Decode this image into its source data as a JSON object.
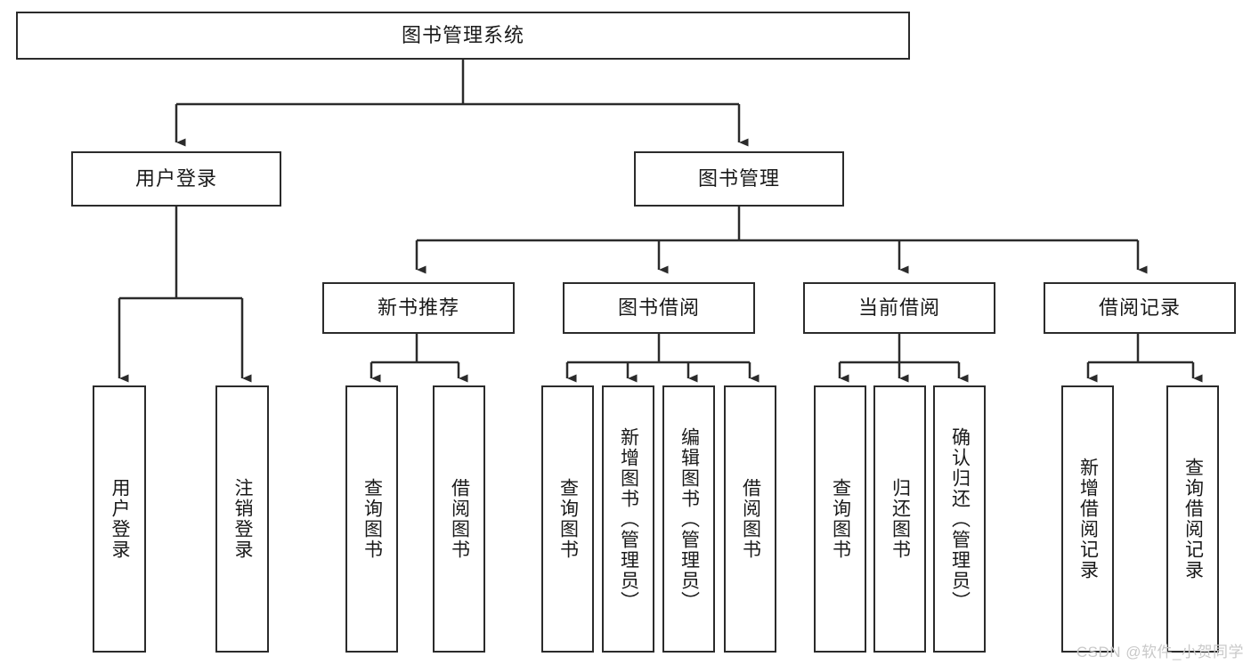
{
  "diagram": {
    "title": "图书管理系统",
    "type": "tree-hierarchy",
    "watermark": "CSDN @软件_小贺同学",
    "root": {
      "id": "root",
      "label": "图书管理系统"
    },
    "level2": [
      {
        "id": "user-login",
        "label": "用户登录"
      },
      {
        "id": "book-manage",
        "label": "图书管理"
      }
    ],
    "level3": [
      {
        "id": "new-book-rec",
        "label": "新书推荐",
        "parent": "book-manage"
      },
      {
        "id": "book-borrow",
        "label": "图书借阅",
        "parent": "book-manage"
      },
      {
        "id": "current-borrow",
        "label": "当前借阅",
        "parent": "book-manage"
      },
      {
        "id": "borrow-record",
        "label": "借阅记录",
        "parent": "book-manage"
      }
    ],
    "leaves": [
      {
        "id": "leaf-user-login",
        "label": "用户登录",
        "parent": "user-login"
      },
      {
        "id": "leaf-logout",
        "label": "注销登录",
        "parent": "user-login"
      },
      {
        "id": "leaf-query-book-1",
        "label": "查询图书",
        "parent": "new-book-rec"
      },
      {
        "id": "leaf-borrow-book-1",
        "label": "借阅图书",
        "parent": "new-book-rec"
      },
      {
        "id": "leaf-query-book-2",
        "label": "查询图书",
        "parent": "book-borrow"
      },
      {
        "id": "leaf-add-book",
        "label": "新增图书（管理员）",
        "parent": "book-borrow"
      },
      {
        "id": "leaf-edit-book",
        "label": "编辑图书（管理员）",
        "parent": "book-borrow"
      },
      {
        "id": "leaf-borrow-book-2",
        "label": "借阅图书",
        "parent": "book-borrow"
      },
      {
        "id": "leaf-query-book-3",
        "label": "查询图书",
        "parent": "current-borrow"
      },
      {
        "id": "leaf-return-book",
        "label": "归还图书",
        "parent": "current-borrow"
      },
      {
        "id": "leaf-confirm-return",
        "label": "确认归还（管理员）",
        "parent": "current-borrow"
      },
      {
        "id": "leaf-add-record",
        "label": "新增借阅记录",
        "parent": "borrow-record"
      },
      {
        "id": "leaf-query-record",
        "label": "查询借阅记录",
        "parent": "borrow-record"
      }
    ],
    "colors": {
      "stroke": "#2b2b2b",
      "fill": "#ffffff",
      "text": "#1a1a1a",
      "watermark": "#c9c9c9"
    }
  }
}
